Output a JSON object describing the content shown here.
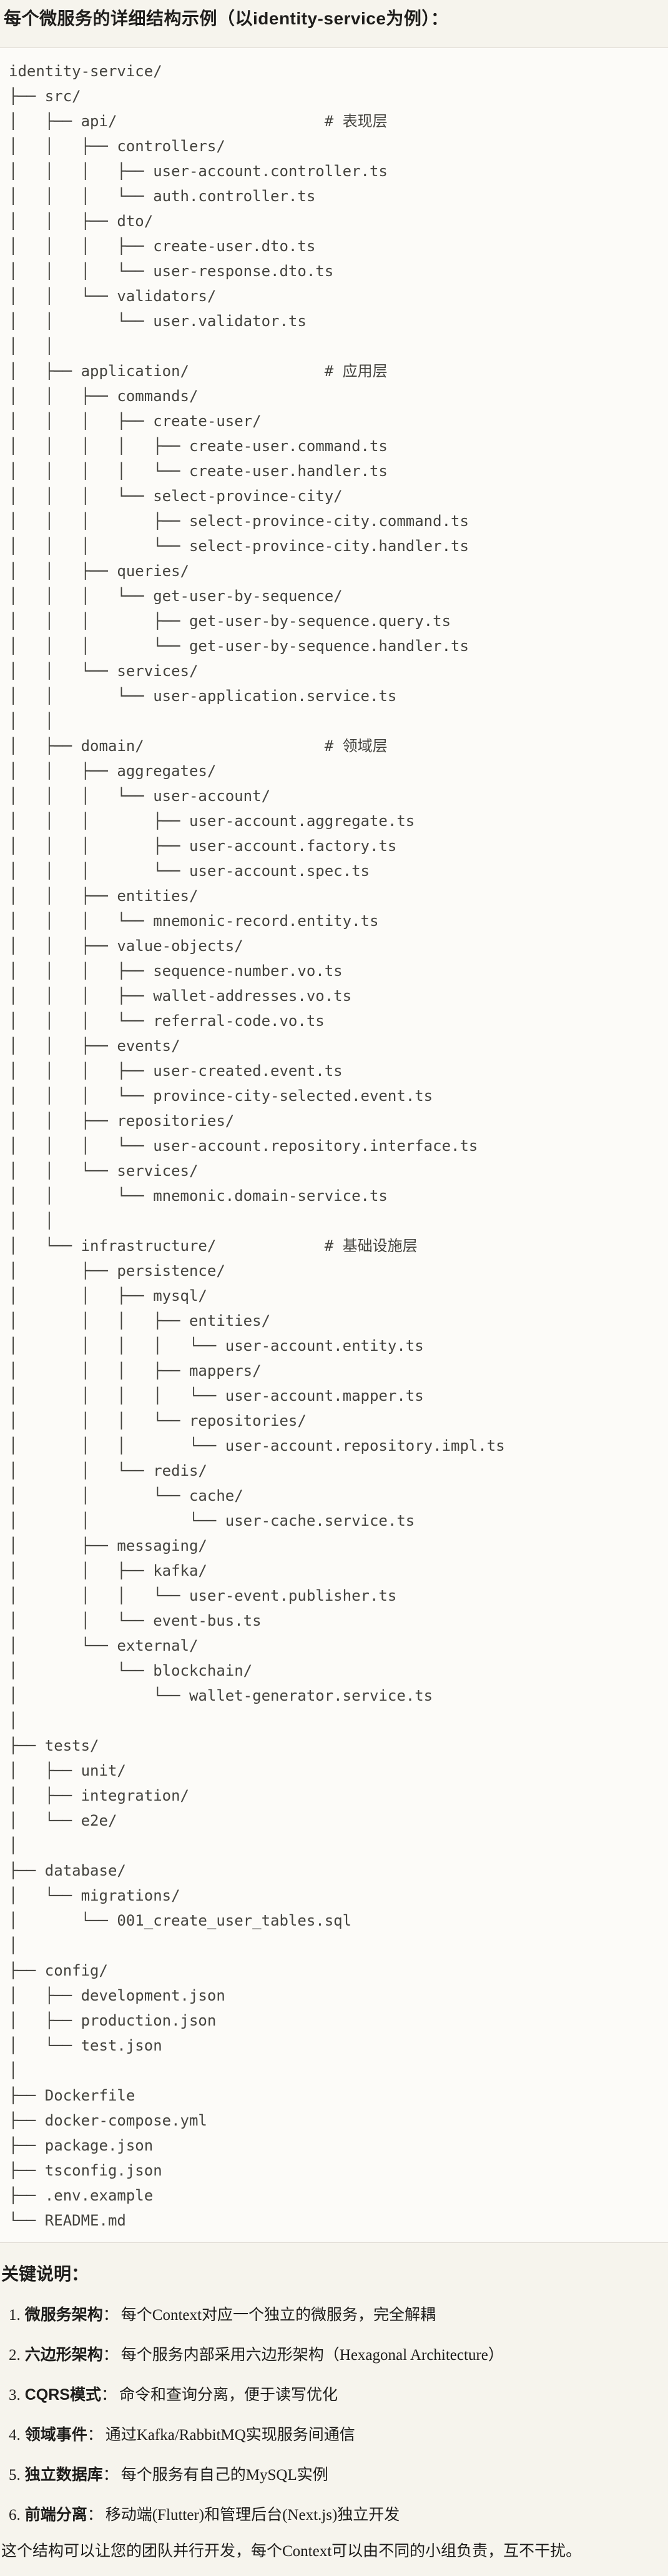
{
  "header": {
    "title": "每个微服务的详细结构示例（以identity-service为例）："
  },
  "tree": {
    "lines": [
      "identity-service/",
      "├── src/",
      "│   ├── api/                       # 表现层",
      "│   │   ├── controllers/",
      "│   │   │   ├── user-account.controller.ts",
      "│   │   │   └── auth.controller.ts",
      "│   │   ├── dto/",
      "│   │   │   ├── create-user.dto.ts",
      "│   │   │   └── user-response.dto.ts",
      "│   │   └── validators/",
      "│   │       └── user.validator.ts",
      "│   │",
      "│   ├── application/               # 应用层",
      "│   │   ├── commands/",
      "│   │   │   ├── create-user/",
      "│   │   │   │   ├── create-user.command.ts",
      "│   │   │   │   └── create-user.handler.ts",
      "│   │   │   └── select-province-city/",
      "│   │   │       ├── select-province-city.command.ts",
      "│   │   │       └── select-province-city.handler.ts",
      "│   │   ├── queries/",
      "│   │   │   └── get-user-by-sequence/",
      "│   │   │       ├── get-user-by-sequence.query.ts",
      "│   │   │       └── get-user-by-sequence.handler.ts",
      "│   │   └── services/",
      "│   │       └── user-application.service.ts",
      "│   │",
      "│   ├── domain/                    # 领域层",
      "│   │   ├── aggregates/",
      "│   │   │   └── user-account/",
      "│   │   │       ├── user-account.aggregate.ts",
      "│   │   │       ├── user-account.factory.ts",
      "│   │   │       └── user-account.spec.ts",
      "│   │   ├── entities/",
      "│   │   │   └── mnemonic-record.entity.ts",
      "│   │   ├── value-objects/",
      "│   │   │   ├── sequence-number.vo.ts",
      "│   │   │   ├── wallet-addresses.vo.ts",
      "│   │   │   └── referral-code.vo.ts",
      "│   │   ├── events/",
      "│   │   │   ├── user-created.event.ts",
      "│   │   │   └── province-city-selected.event.ts",
      "│   │   ├── repositories/",
      "│   │   │   └── user-account.repository.interface.ts",
      "│   │   └── services/",
      "│   │       └── mnemonic.domain-service.ts",
      "│   │",
      "│   └── infrastructure/            # 基础设施层",
      "│       ├── persistence/",
      "│       │   ├── mysql/",
      "│       │   │   ├── entities/",
      "│       │   │   │   └── user-account.entity.ts",
      "│       │   │   ├── mappers/",
      "│       │   │   │   └── user-account.mapper.ts",
      "│       │   │   └── repositories/",
      "│       │   │       └── user-account.repository.impl.ts",
      "│       │   └── redis/",
      "│       │       └── cache/",
      "│       │           └── user-cache.service.ts",
      "│       ├── messaging/",
      "│       │   ├── kafka/",
      "│       │   │   └── user-event.publisher.ts",
      "│       │   └── event-bus.ts",
      "│       └── external/",
      "│           └── blockchain/",
      "│               └── wallet-generator.service.ts",
      "│",
      "├── tests/",
      "│   ├── unit/",
      "│   ├── integration/",
      "│   └── e2e/",
      "│",
      "├── database/",
      "│   └── migrations/",
      "│       └── 001_create_user_tables.sql",
      "│",
      "├── config/",
      "│   ├── development.json",
      "│   ├── production.json",
      "│   └── test.json",
      "│",
      "├── Dockerfile",
      "├── docker-compose.yml",
      "├── package.json",
      "├── tsconfig.json",
      "├── .env.example",
      "└── README.md"
    ]
  },
  "notes": {
    "heading": "关键说明：",
    "items": [
      {
        "num": "1.",
        "label": "微服务架构",
        "colon": "：",
        "desc": "每个Context对应一个独立的微服务，完全解耦"
      },
      {
        "num": "2.",
        "label": "六边形架构",
        "colon": "：",
        "desc": "每个服务内部采用六边形架构（Hexagonal Architecture）"
      },
      {
        "num": "3.",
        "label": "CQRS模式",
        "colon": "：",
        "desc": "命令和查询分离，便于读写优化"
      },
      {
        "num": "4.",
        "label": "领域事件",
        "colon": "：",
        "desc": "通过Kafka/RabbitMQ实现服务间通信"
      },
      {
        "num": "5.",
        "label": "独立数据库",
        "colon": "：",
        "desc": "每个服务有自己的MySQL实例"
      },
      {
        "num": "6.",
        "label": "前端分离",
        "colon": "：",
        "desc": "移动端(Flutter)和管理后台(Next.js)独立开发"
      }
    ],
    "footer": "这个结构可以让您的团队并行开发，每个Context可以由不同的小组负责，互不干扰。"
  },
  "colors": {
    "page_bg": "#f6f4ed",
    "code_bg": "#fcfbf8",
    "divider": "#ddd9d1",
    "tree_text": "#44433e",
    "text": "#1e1d1b"
  }
}
